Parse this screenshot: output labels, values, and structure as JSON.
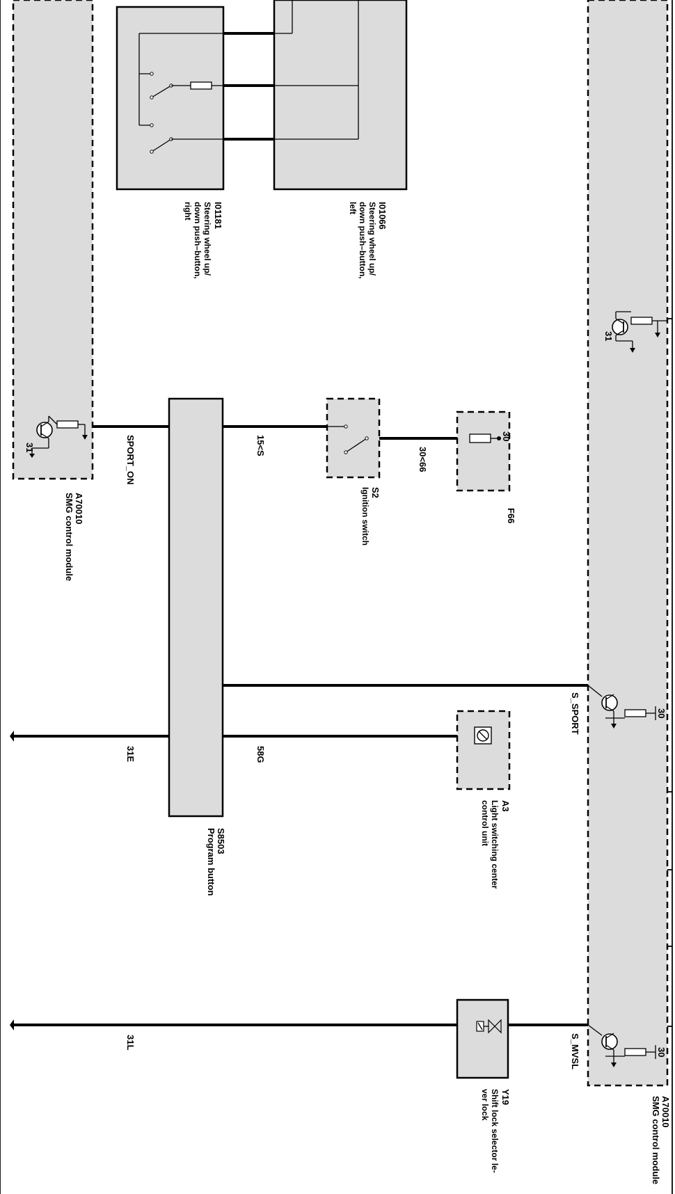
{
  "components": {
    "a70010_top": {
      "id": "A70010",
      "name": "SMG  control module"
    },
    "a70010_right": {
      "id": "A70010",
      "name": "SMG  control module"
    },
    "i01181": {
      "id": "I01181",
      "name_lines": [
        "Steering wheel up/",
        "down push–button,",
        "right"
      ]
    },
    "i01066": {
      "id": "I01066",
      "name_lines": [
        "Steering wheel up/",
        "down push–button,",
        "left"
      ]
    },
    "s8503": {
      "id": "S8503",
      "name": "Program  button"
    },
    "s2": {
      "id": "S2",
      "name": "Ignition switch"
    },
    "f66": {
      "id": "F66"
    },
    "a3": {
      "id": "A3",
      "name_lines": [
        "Light switching center",
        "control unit"
      ]
    },
    "y19": {
      "id": "Y19",
      "name_lines": [
        "Shift lock selector le-",
        "ver lock"
      ]
    }
  },
  "wires": {
    "sport_on": "SPORT_ON",
    "w15": "15<S",
    "w30": "30<66",
    "s_sport": "S_SPORT",
    "w31e": "31E",
    "w58g": "58G",
    "s_mvsl": "S_MVSL",
    "w31l": "31L"
  },
  "pins": {
    "p31_a": "31",
    "p31_b": "31",
    "p30_f66": "30",
    "p30_sport": "30",
    "p30_mvsl": "30"
  }
}
